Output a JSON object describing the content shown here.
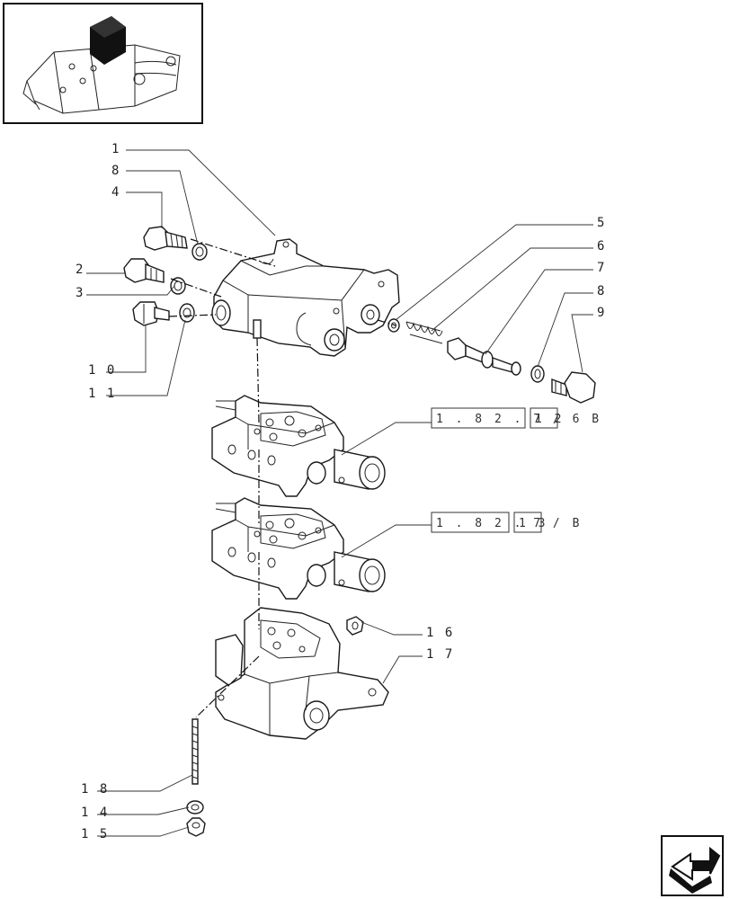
{
  "callouts": [
    {
      "id": "c1",
      "text": "1"
    },
    {
      "id": "c8a",
      "text": "8"
    },
    {
      "id": "c4",
      "text": "4"
    },
    {
      "id": "c2",
      "text": "2"
    },
    {
      "id": "c3",
      "text": "3"
    },
    {
      "id": "c10",
      "text": "1 0"
    },
    {
      "id": "c11",
      "text": "1 1"
    },
    {
      "id": "c5",
      "text": "5"
    },
    {
      "id": "c6",
      "text": "6"
    },
    {
      "id": "c7",
      "text": "7"
    },
    {
      "id": "c8b",
      "text": "8"
    },
    {
      "id": "c9",
      "text": "9"
    },
    {
      "id": "c16",
      "text": "1 6"
    },
    {
      "id": "c17",
      "text": "1 7"
    },
    {
      "id": "c18",
      "text": "1 8"
    },
    {
      "id": "c14",
      "text": "1 4"
    },
    {
      "id": "c15",
      "text": "1 5"
    }
  ],
  "references": [
    {
      "code": "1 . 8 2 . 7 /  6 B",
      "num": "1 2"
    },
    {
      "code": "1 . 8 2 . 7 /  B",
      "num": "1 3"
    }
  ],
  "nav_icon": "next-page-arrow-icon",
  "thumbnail_icon": "tractor-hydraulic-lift-thumbnail-icon"
}
